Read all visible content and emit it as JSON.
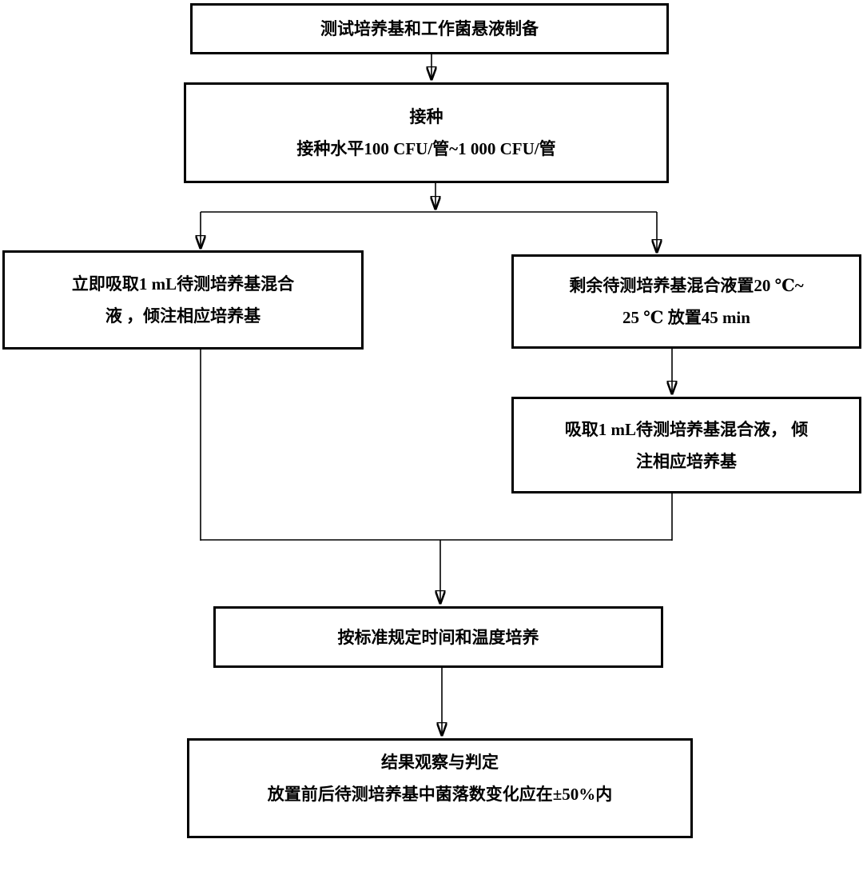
{
  "colors": {
    "stroke": "#000000",
    "background": "#ffffff",
    "text": "#000000"
  },
  "nodes": {
    "prepare": {
      "lines": [
        "测试培养基和工作菌悬液制备"
      ]
    },
    "inoculate": {
      "lines": [
        "接种",
        "接种水平100 CFU/管~1 000 CFU/管"
      ]
    },
    "immediate_pour": {
      "lines": [
        "立即吸取1 mL待测培养基混合",
        "液 ，倾注相应培养基"
      ]
    },
    "hold": {
      "lines": [
        "剩余待测培养基混合液置20 ℃~",
        "25 ℃ 放置45 min"
      ]
    },
    "pour_after_hold": {
      "lines": [
        "吸取1 mL待测培养基混合液， 倾",
        "注相应培养基"
      ]
    },
    "incubate": {
      "lines": [
        "按标准规定时间和温度培养"
      ]
    },
    "result": {
      "lines": [
        "结果观察与判定",
        "放置前后待测培养基中菌落数变化应在±50%内"
      ]
    }
  }
}
